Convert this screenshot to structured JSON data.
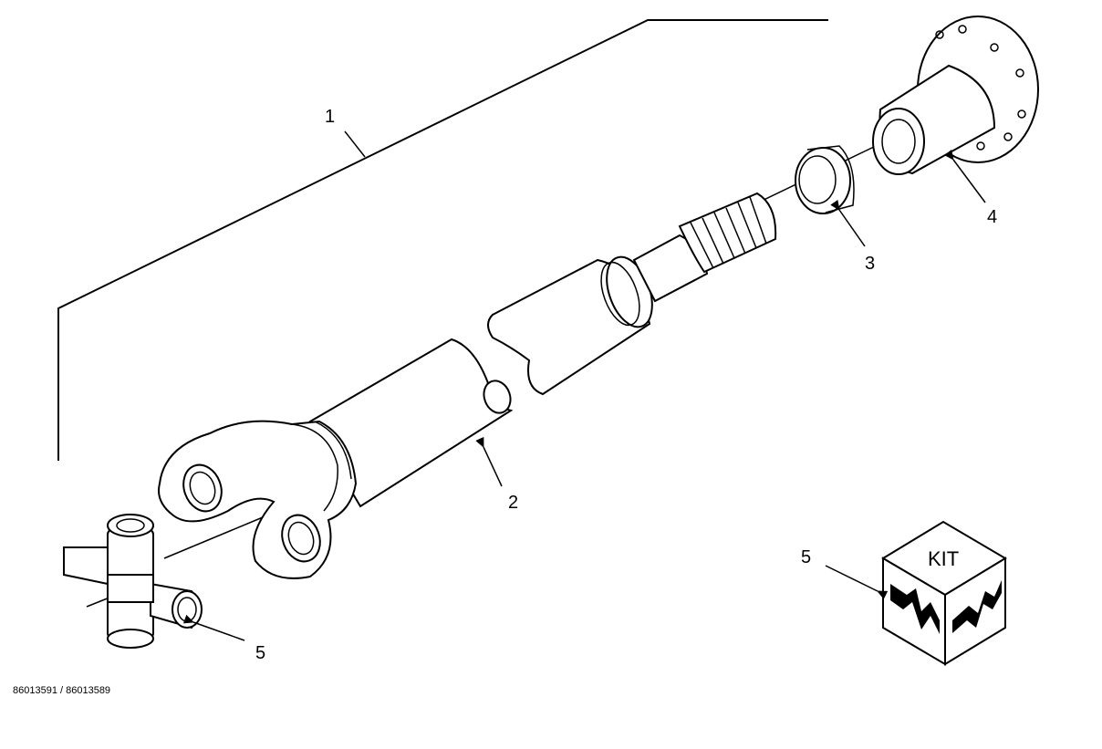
{
  "diagram": {
    "callouts": {
      "c1": "1",
      "c2": "2",
      "c3": "3",
      "c4": "4",
      "c5_cross": "5",
      "c5_kit": "5"
    },
    "kit_label": "KIT",
    "figure_id": "86013591 / 86013589"
  }
}
